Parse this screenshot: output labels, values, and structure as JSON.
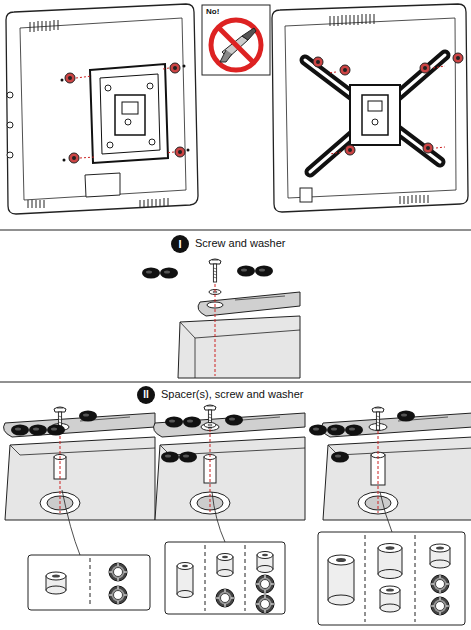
{
  "diagram": {
    "labels": [
      "No!",
      "I",
      "Screw and washer",
      "II",
      "Spacer(s), screw and washer"
    ]
  }
}
